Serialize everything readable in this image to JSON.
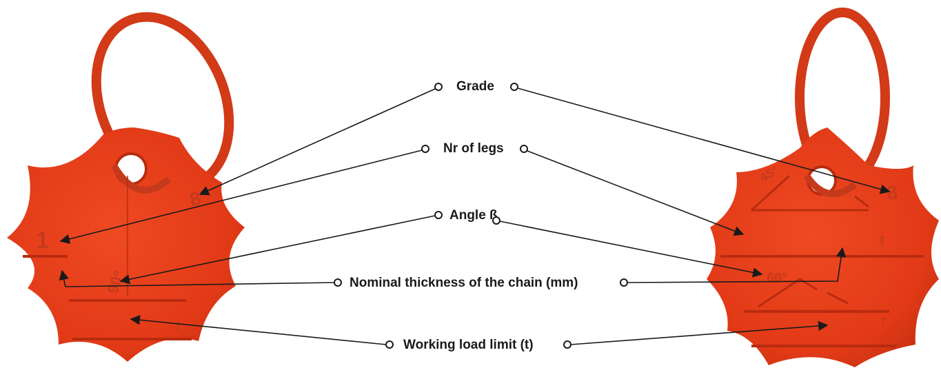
{
  "labels": {
    "grade": "Grade",
    "legs": "Nr of legs",
    "angle": "Angle ß",
    "thickness": "Nominal thickness of the chain (mm)",
    "wll": "Working load limit (t)"
  },
  "left_tag": {
    "grade_mark": "8",
    "legs_mark": "1",
    "angle_mark": "90°",
    "wll_mark": "t"
  },
  "right_tag": {
    "grade_mark": "8",
    "angle_top_mark": "45°",
    "angle_mark": "60°",
    "wll_mark": "t"
  },
  "colors": {
    "tag_red": "#e23a17",
    "tag_dark": "#b82c10",
    "text": "#1a1a1a"
  }
}
